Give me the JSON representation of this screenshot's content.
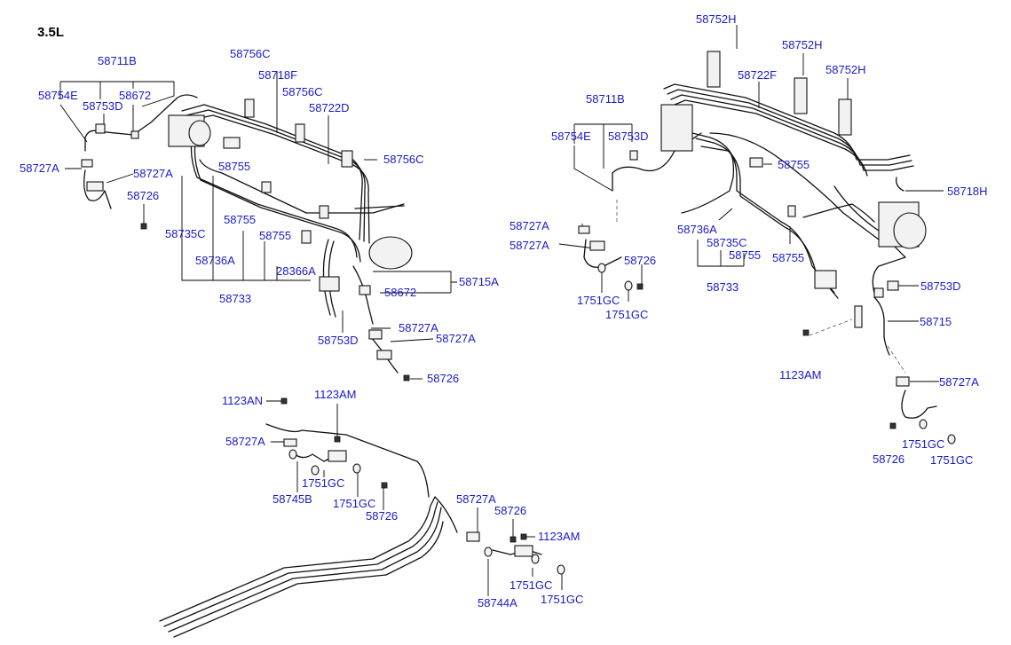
{
  "title": "3.5L",
  "labels": {
    "p58711B_a": "58711B",
    "p58754E_a": "58754E",
    "p58672_a": "58672",
    "p58753D_a": "58753D",
    "p58727A_a": "58727A",
    "p58727A_b": "58727A",
    "p58726_a": "58726",
    "p58756C_a": "58756C",
    "p58718F": "58718F",
    "p58756C_b": "58756C",
    "p58722D": "58722D",
    "p58756C_c": "58756C",
    "p58755_a": "58755",
    "p58735C_a": "58735C",
    "p58755_b": "58755",
    "p58755_c": "58755",
    "p58736A_a": "58736A",
    "p28366A": "28366A",
    "p58733_a": "58733",
    "p58672_b": "58672",
    "p58715A": "58715A",
    "p58727A_c": "58727A",
    "p58753D_b": "58753D",
    "p58727A_d": "58727A",
    "p58726_b": "58726",
    "p58752H_a": "58752H",
    "p58752H_b": "58752H",
    "p58722F": "58722F",
    "p58752H_c": "58752H",
    "p58711B_b": "58711B",
    "p58754E_b": "58754E",
    "p58753D_c": "58753D",
    "p58755_d": "58755",
    "p58718H": "58718H",
    "p58727A_e": "58727A",
    "p58727A_f": "58727A",
    "p58726_c": "58726",
    "p58736A_b": "58736A",
    "p58735C_b": "58735C",
    "p58755_e": "58755",
    "p58755_f": "58755",
    "p58733_b": "58733",
    "p1751GC_a": "1751GC",
    "p1751GC_b": "1751GC",
    "p58753D_d": "58753D",
    "p58715": "58715",
    "p1123AM_a": "1123AM",
    "p58727A_g": "58727A",
    "p1751GC_c": "1751GC",
    "p58726_d": "58726",
    "p1751GC_d": "1751GC",
    "p1123AN": "1123AN",
    "p1123AM_b": "1123AM",
    "p58727A_h": "58727A",
    "p1751GC_e": "1751GC",
    "p58745B": "58745B",
    "p1751GC_f": "1751GC",
    "p58726_e": "58726",
    "p58727A_i": "58727A",
    "p58726_f": "58726",
    "p1123AM_c": "1123AM",
    "p1751GC_g": "1751GC",
    "p58744A": "58744A",
    "p1751GC_h": "1751GC"
  }
}
